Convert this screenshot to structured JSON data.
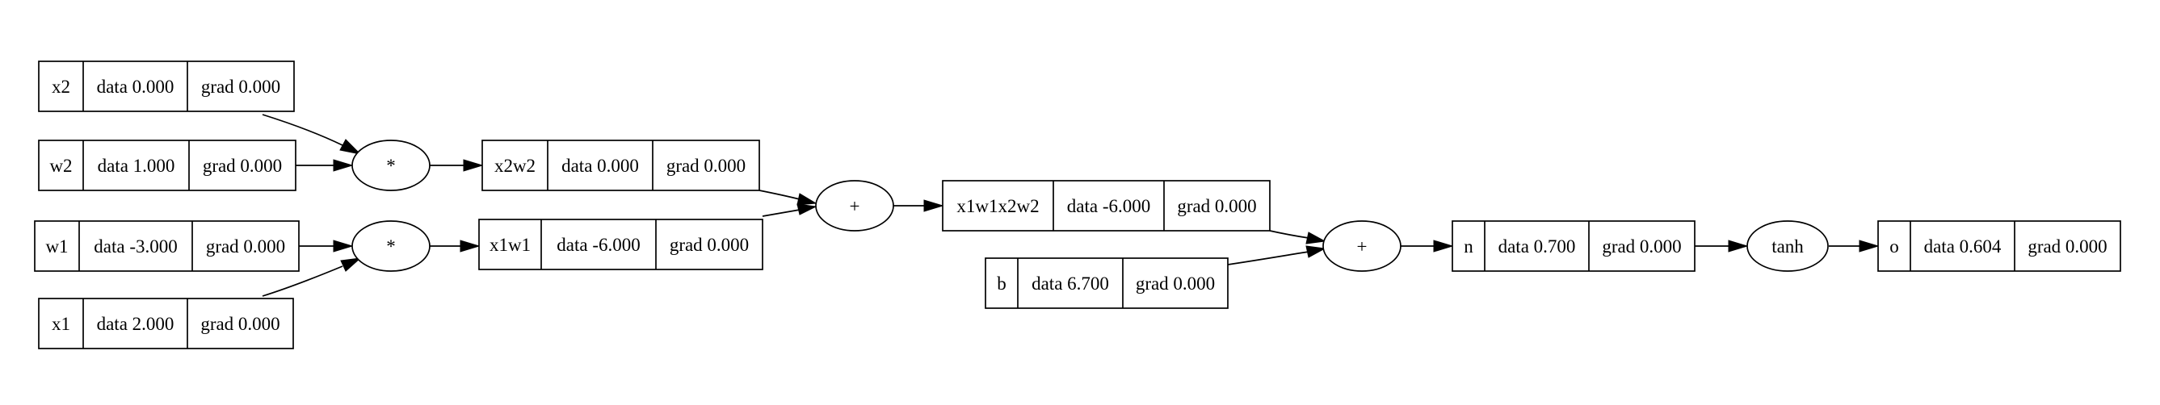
{
  "graph": {
    "nodes": {
      "x2": {
        "label": "x2",
        "data": "data 0.000",
        "grad": "grad 0.000"
      },
      "w2": {
        "label": "w2",
        "data": "data 1.000",
        "grad": "grad 0.000"
      },
      "w1": {
        "label": "w1",
        "data": "data -3.000",
        "grad": "grad 0.000"
      },
      "x1": {
        "label": "x1",
        "data": "data 2.000",
        "grad": "grad 0.000"
      },
      "x2w2": {
        "label": "x2w2",
        "data": "data 0.000",
        "grad": "grad 0.000"
      },
      "x1w1": {
        "label": "x1w1",
        "data": "data -6.000",
        "grad": "grad 0.000"
      },
      "x1w1x2w2": {
        "label": "x1w1x2w2",
        "data": "data -6.000",
        "grad": "grad 0.000"
      },
      "b": {
        "label": "b",
        "data": "data 6.700",
        "grad": "grad 0.000"
      },
      "n": {
        "label": "n",
        "data": "data 0.700",
        "grad": "grad 0.000"
      },
      "o": {
        "label": "o",
        "data": "data 0.604",
        "grad": "grad 0.000"
      }
    },
    "ops": {
      "mul_x2w2": "*",
      "mul_x1w1": "*",
      "add_x1w1x2w2": "+",
      "add_n": "+",
      "tanh_o": "tanh"
    }
  }
}
